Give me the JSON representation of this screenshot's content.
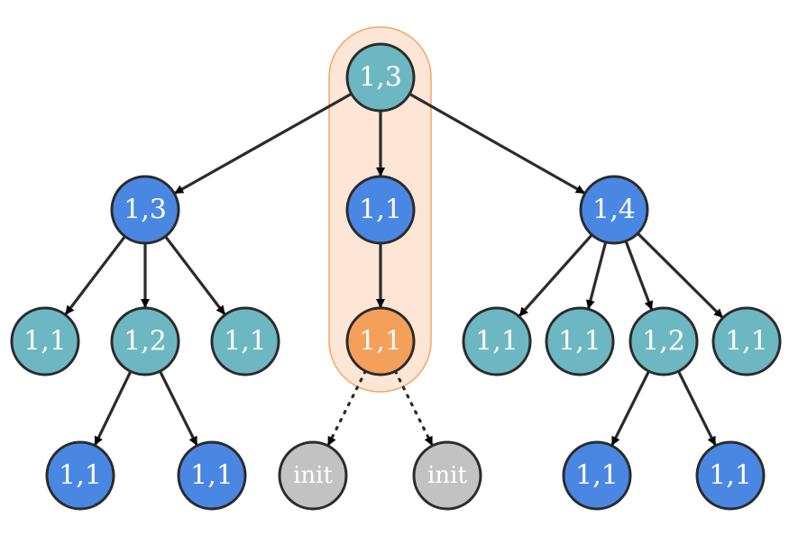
{
  "colors": {
    "teal": "#6db7c3",
    "blue": "#4a87e2",
    "orange": "#f4a05b",
    "gray": "#c2c2c2",
    "highlight_fill": "#fde6d6",
    "highlight_stroke": "#f2a663",
    "outline": "#2b2b2b"
  },
  "nodes": [
    {
      "id": "root",
      "label": "1,3",
      "color": "teal"
    },
    {
      "id": "l1-left",
      "label": "1,3",
      "color": "blue"
    },
    {
      "id": "l1-mid",
      "label": "1,1",
      "color": "blue"
    },
    {
      "id": "l1-right",
      "label": "1,4",
      "color": "blue"
    },
    {
      "id": "l2-a",
      "label": "1,1",
      "color": "teal"
    },
    {
      "id": "l2-b",
      "label": "1,2",
      "color": "teal"
    },
    {
      "id": "l2-c",
      "label": "1,1",
      "color": "teal"
    },
    {
      "id": "l2-mid",
      "label": "1,1",
      "color": "orange"
    },
    {
      "id": "l2-d",
      "label": "1,1",
      "color": "teal"
    },
    {
      "id": "l2-e",
      "label": "1,1",
      "color": "teal"
    },
    {
      "id": "l2-f",
      "label": "1,2",
      "color": "teal"
    },
    {
      "id": "l2-g",
      "label": "1,1",
      "color": "teal"
    },
    {
      "id": "l3-a",
      "label": "1,1",
      "color": "blue"
    },
    {
      "id": "l3-b",
      "label": "1,1",
      "color": "blue"
    },
    {
      "id": "l3-init1",
      "label": "init",
      "color": "gray"
    },
    {
      "id": "l3-init2",
      "label": "init",
      "color": "gray"
    },
    {
      "id": "l3-c",
      "label": "1,1",
      "color": "blue"
    },
    {
      "id": "l3-d",
      "label": "1,1",
      "color": "blue"
    }
  ],
  "edges": [
    {
      "from": "root",
      "to": "l1-left",
      "style": "solid"
    },
    {
      "from": "root",
      "to": "l1-mid",
      "style": "solid"
    },
    {
      "from": "root",
      "to": "l1-right",
      "style": "solid"
    },
    {
      "from": "l1-left",
      "to": "l2-a",
      "style": "solid"
    },
    {
      "from": "l1-left",
      "to": "l2-b",
      "style": "solid"
    },
    {
      "from": "l1-left",
      "to": "l2-c",
      "style": "solid"
    },
    {
      "from": "l1-mid",
      "to": "l2-mid",
      "style": "solid"
    },
    {
      "from": "l1-right",
      "to": "l2-d",
      "style": "solid"
    },
    {
      "from": "l1-right",
      "to": "l2-e",
      "style": "solid"
    },
    {
      "from": "l1-right",
      "to": "l2-f",
      "style": "solid"
    },
    {
      "from": "l1-right",
      "to": "l2-g",
      "style": "solid"
    },
    {
      "from": "l2-b",
      "to": "l3-a",
      "style": "solid"
    },
    {
      "from": "l2-b",
      "to": "l3-b",
      "style": "solid"
    },
    {
      "from": "l2-mid",
      "to": "l3-init1",
      "style": "dotted"
    },
    {
      "from": "l2-mid",
      "to": "l3-init2",
      "style": "dotted"
    },
    {
      "from": "l2-f",
      "to": "l3-c",
      "style": "solid"
    },
    {
      "from": "l2-f",
      "to": "l3-d",
      "style": "solid"
    }
  ]
}
